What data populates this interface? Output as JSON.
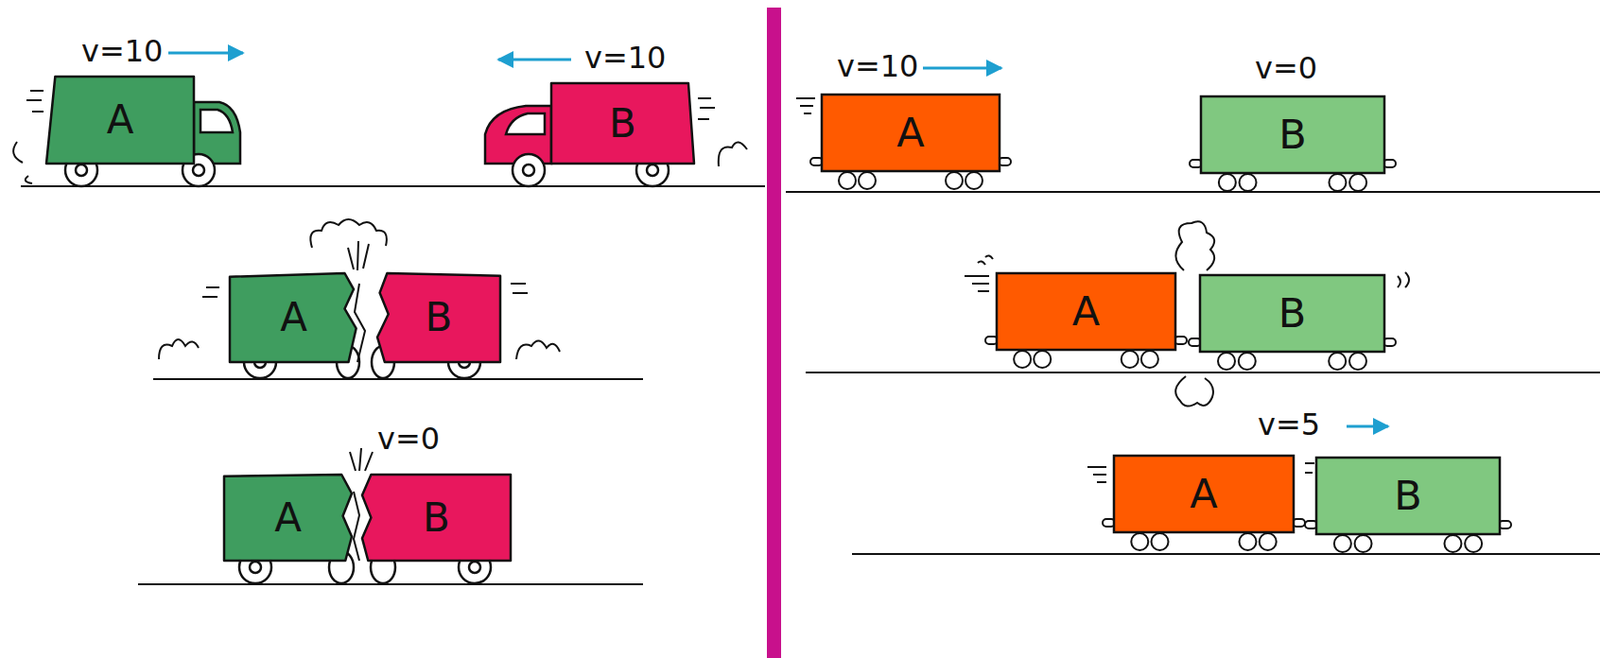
{
  "diagram": {
    "nodes": [
      {
        "text": [
          "A"
        ]
      },
      {
        "text": [
          "B"
        ]
      },
      {
        "text": [
          "A"
        ]
      },
      {
        "text": [
          "B"
        ]
      },
      {
        "text": [
          "A"
        ]
      },
      {
        "text": [
          "B"
        ]
      },
      {
        "text": [
          "A"
        ]
      },
      {
        "text": [
          "B"
        ]
      },
      {
        "text": [
          "A"
        ]
      },
      {
        "text": [
          "B"
        ]
      },
      {
        "text": [
          "A"
        ]
      },
      {
        "text": [
          "B"
        ]
      }
    ],
    "labels": [
      "v=10",
      "v=10",
      "v=0",
      "v=10",
      "v=0",
      "v=5"
    ]
  }
}
